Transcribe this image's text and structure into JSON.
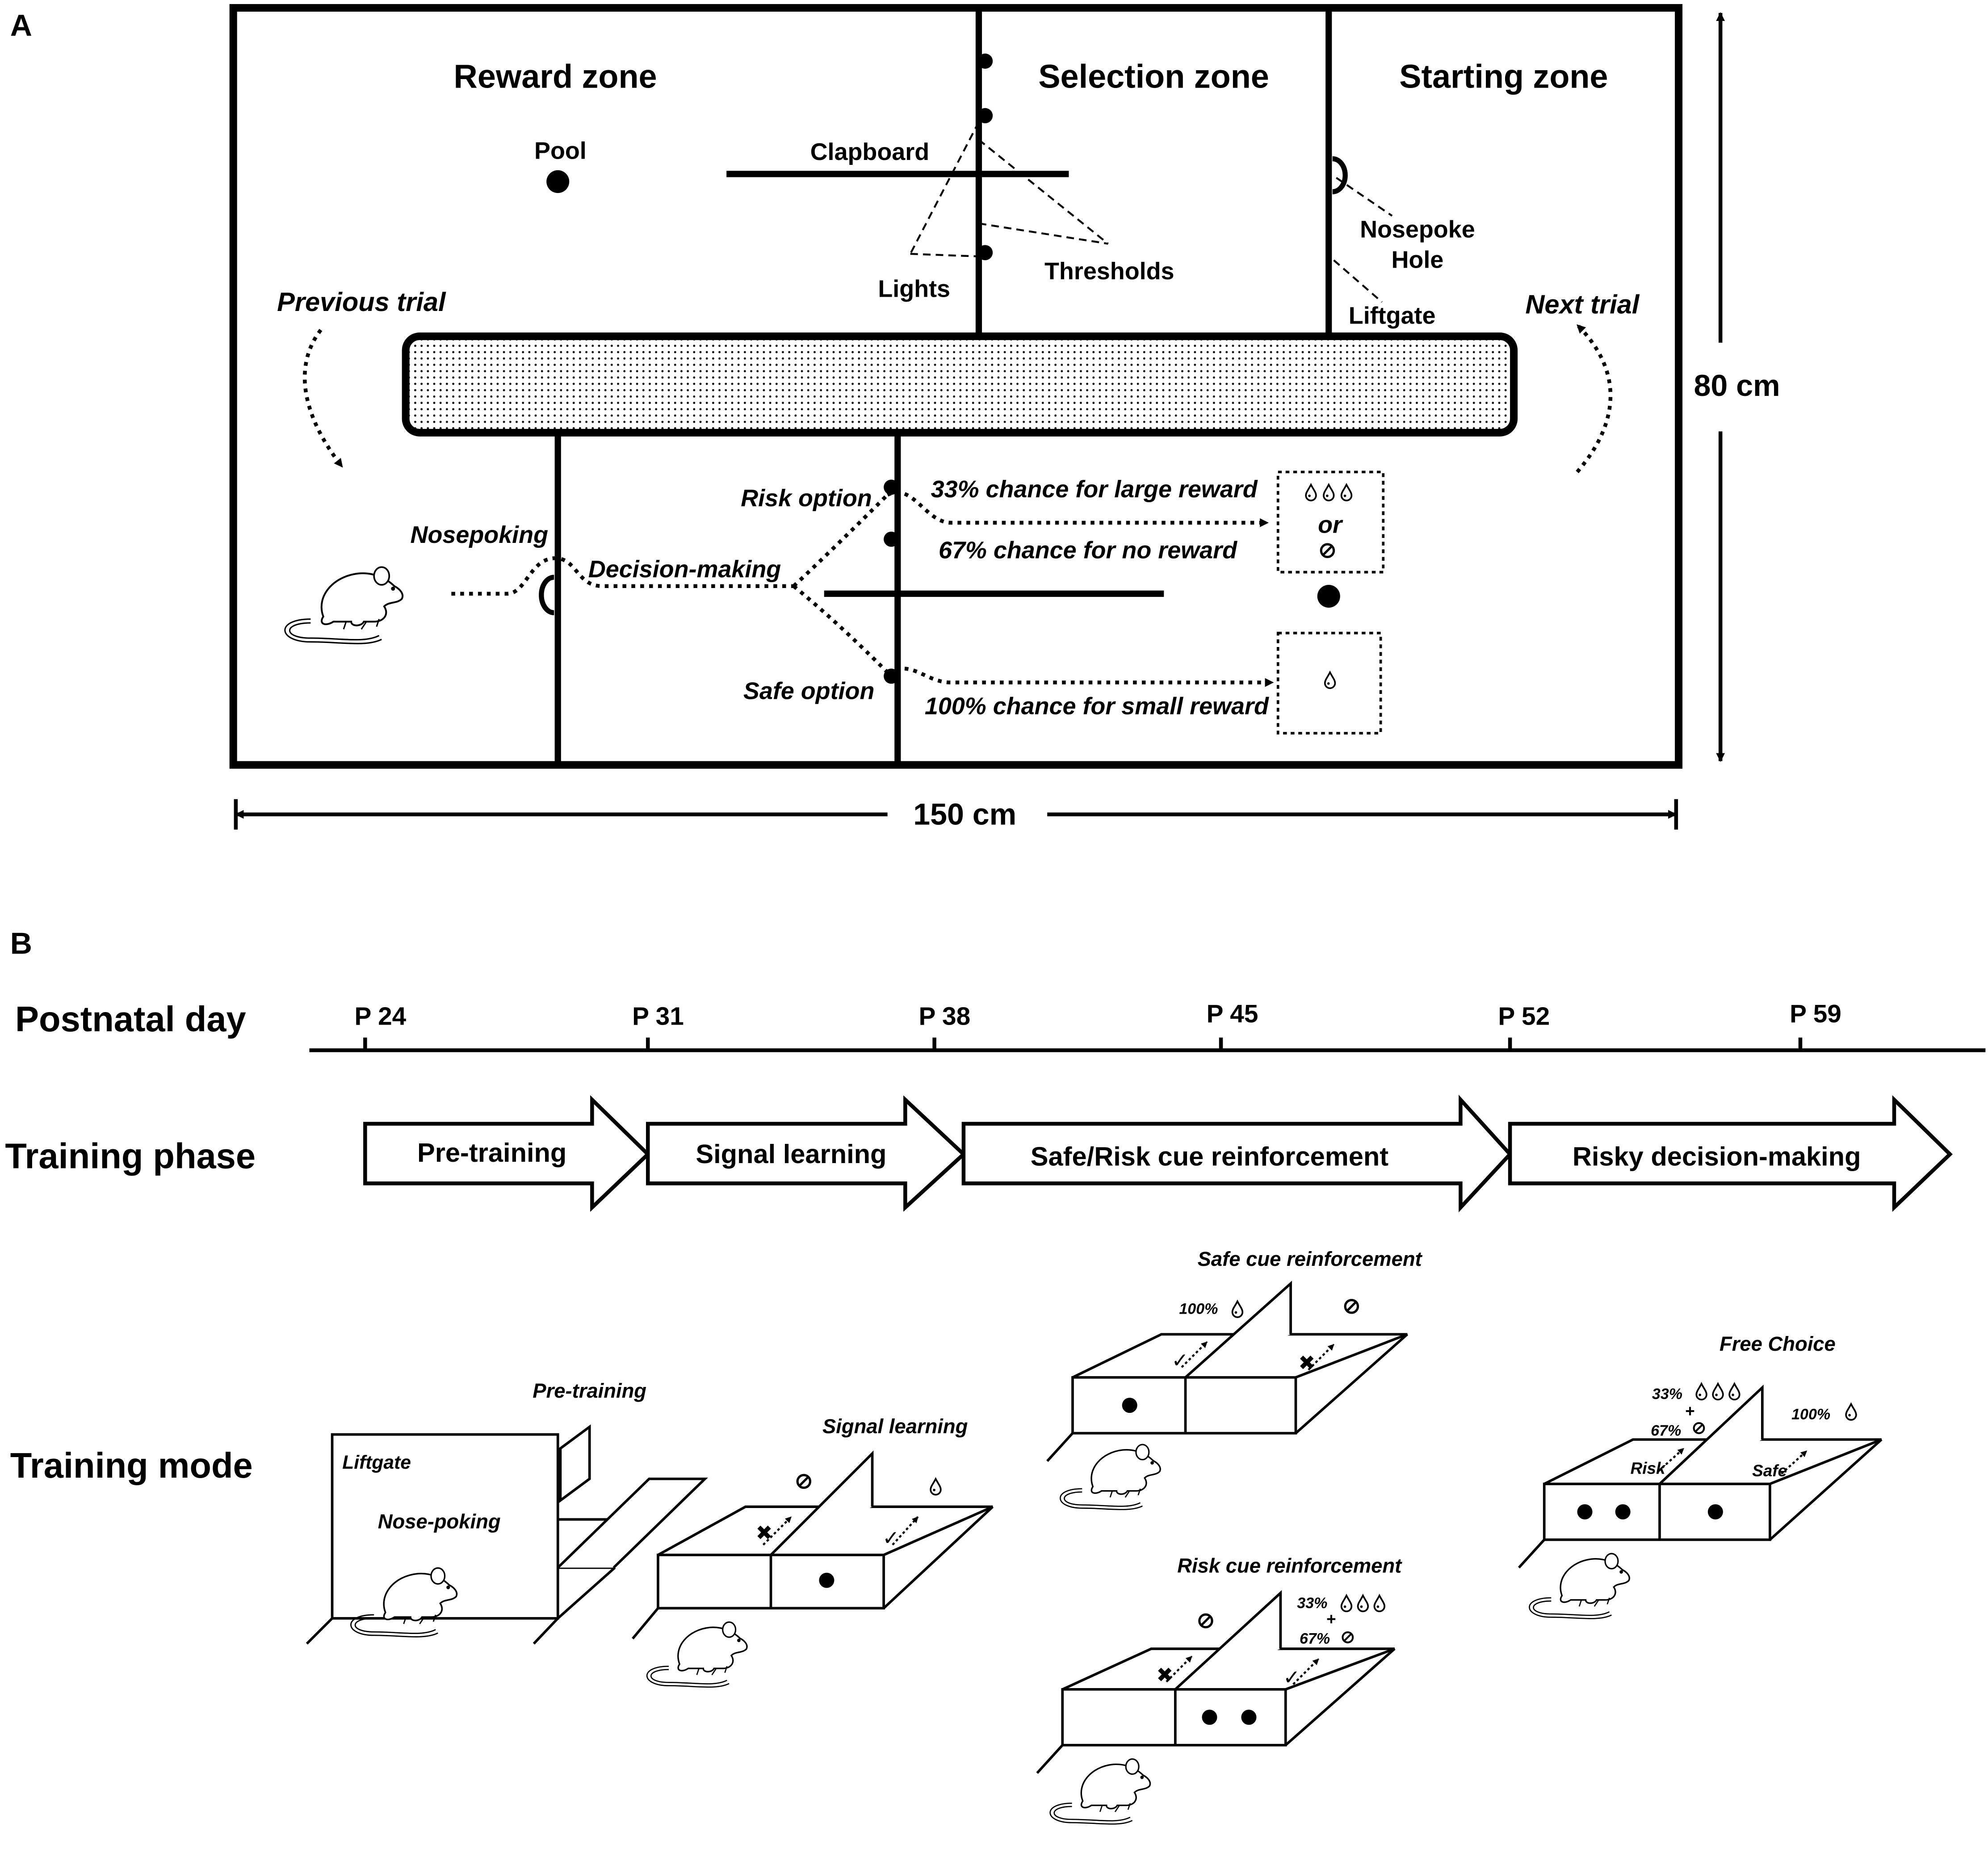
{
  "panel_a": {
    "label": "A",
    "zones": {
      "reward": "Reward zone",
      "selection": "Selection zone",
      "starting": "Starting zone"
    },
    "labels": {
      "pool": "Pool",
      "clapboard": "Clapboard",
      "lights": "Lights",
      "thresholds": "Thresholds",
      "nosepoke_l1": "Nosepoke",
      "nosepoke_l2": "Hole",
      "liftgate": "Liftgate",
      "previous_trial": "Previous trial",
      "next_trial": "Next trial",
      "nosepoking": "Nosepoking",
      "decision_making": "Decision-making",
      "risk_option": "Risk option",
      "safe_option": "Safe option",
      "risk_large": "33% chance for large reward",
      "risk_none": "67% chance for no reward",
      "safe_small": "100% chance for small reward",
      "or": "or"
    },
    "dimensions": {
      "height": "80 cm",
      "width": "150 cm"
    }
  },
  "panel_b": {
    "label": "B",
    "rows": {
      "postnatal": "Postnatal day",
      "phase": "Training phase",
      "mode": "Training mode"
    },
    "days": [
      "P 24",
      "P 31",
      "P 38",
      "P 45",
      "P 52",
      "P 59"
    ],
    "phases": [
      "Pre-training",
      "Signal learning",
      "Safe/Risk cue reinforcement",
      "Risky decision-making"
    ],
    "modes": {
      "pretraining": {
        "title": "Pre-training",
        "liftgate": "Liftgate",
        "nosepoking": "Nose-poking"
      },
      "signal": {
        "title": "Signal learning"
      },
      "safe_cue": {
        "title": "Safe cue reinforcement",
        "pct": "100%"
      },
      "risk_cue": {
        "title": "Risk cue reinforcement",
        "pct33": "33%",
        "pct67": "67%",
        "plus": "+"
      },
      "free": {
        "title": "Free Choice",
        "pct33": "33%",
        "pct67": "67%",
        "plus": "+",
        "pct100": "100%",
        "risk": "Risk",
        "safe": "Safe"
      }
    }
  },
  "icons": [
    "mouse-icon",
    "water-drop-icon",
    "no-reward-icon",
    "cue-light-icon",
    "arrow-icon"
  ]
}
